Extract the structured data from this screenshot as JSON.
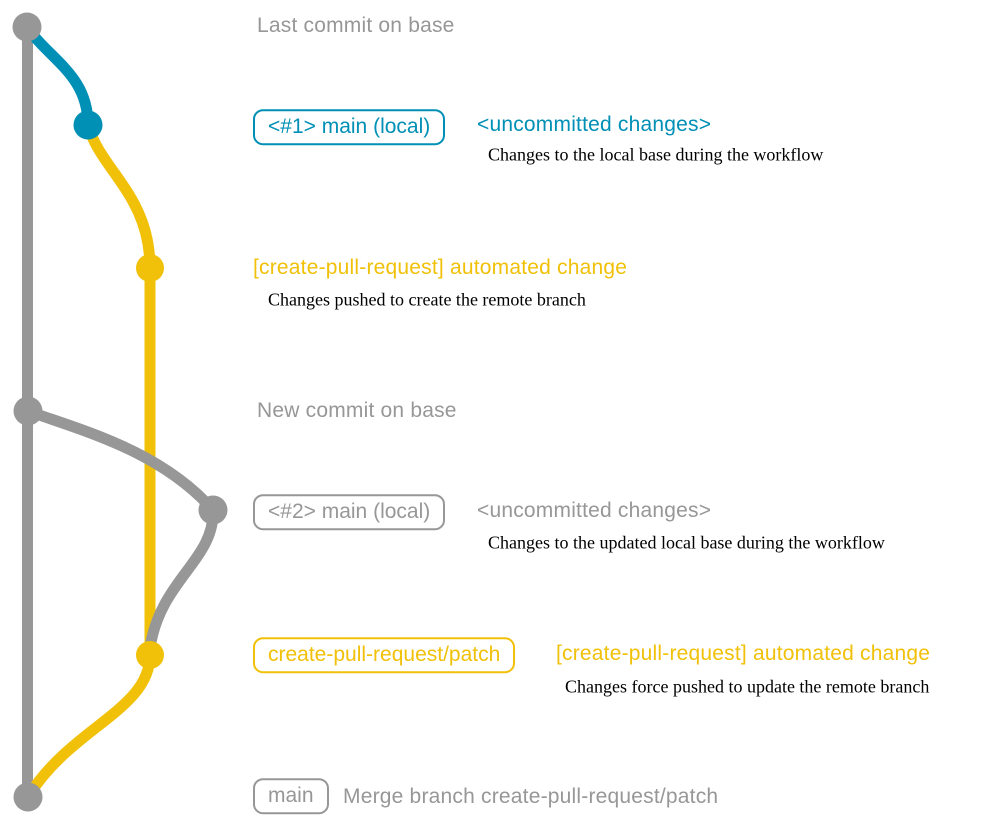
{
  "colors": {
    "gray": "#979797",
    "blue": "#008fb5",
    "yellow": "#f1c109",
    "annotation": "#000000",
    "background": "#ffffff"
  },
  "rows": [
    {
      "message": {
        "text": "Last commit on base"
      }
    },
    {
      "badge": {
        "text": "<#1> main (local)"
      },
      "message": {
        "text": "<uncommitted changes>"
      },
      "annotation": {
        "text": "Changes to the local base during the workflow"
      }
    },
    {
      "message": {
        "text": "[create-pull-request] automated change"
      },
      "annotation": {
        "text": "Changes pushed to create the remote branch"
      }
    },
    {
      "message": {
        "text": "New commit on base"
      }
    },
    {
      "badge": {
        "text": "<#2> main (local)"
      },
      "message": {
        "text": "<uncommitted changes>"
      },
      "annotation": {
        "text": "Changes to the updated local base during the workflow"
      }
    },
    {
      "badge": {
        "text": "create-pull-request/patch"
      },
      "message": {
        "text": "[create-pull-request] automated change"
      },
      "annotation": {
        "text": "Changes force pushed to update the remote branch"
      }
    },
    {
      "badge": {
        "text": "main"
      },
      "message": {
        "text": "Merge branch create-pull-request/patch"
      }
    }
  ]
}
